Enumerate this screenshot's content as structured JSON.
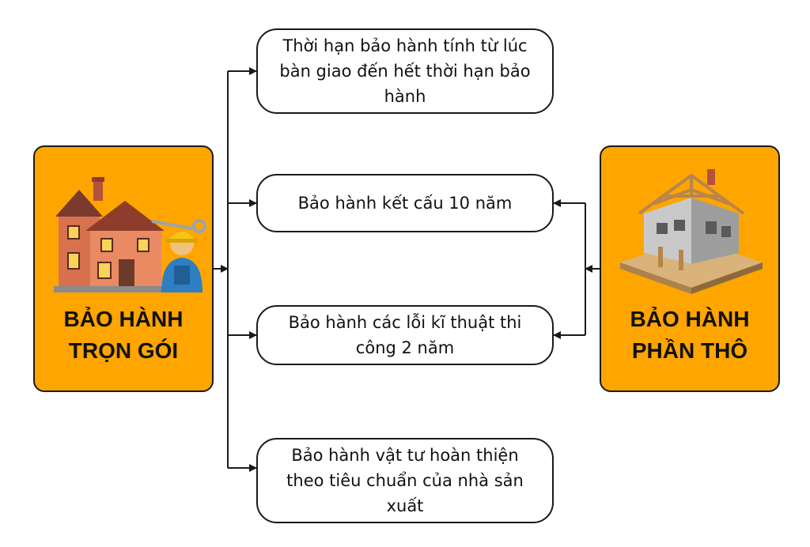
{
  "left": {
    "title_line1": "BẢO HÀNH",
    "title_line2": "TRỌN GÓI",
    "illustration": "house-with-worker-icon"
  },
  "right": {
    "title_line1": "BẢO HÀNH",
    "title_line2": "PHẦN THÔ",
    "illustration": "house-frame-under-construction-icon"
  },
  "items": [
    {
      "text": "Thời hạn bảo hành tính từ lúc bàn giao đến hết thời hạn bảo hành"
    },
    {
      "text": "Bảo hành kết cấu 10 năm"
    },
    {
      "text": "Bảo hành các lỗi kĩ thuật thi công 2 năm"
    },
    {
      "text": "Bảo hành vật tư hoàn thiện theo tiêu chuẩn của nhà sản xuất"
    }
  ],
  "colors": {
    "accent": "#FFA500",
    "stroke": "#1a1a1a"
  }
}
